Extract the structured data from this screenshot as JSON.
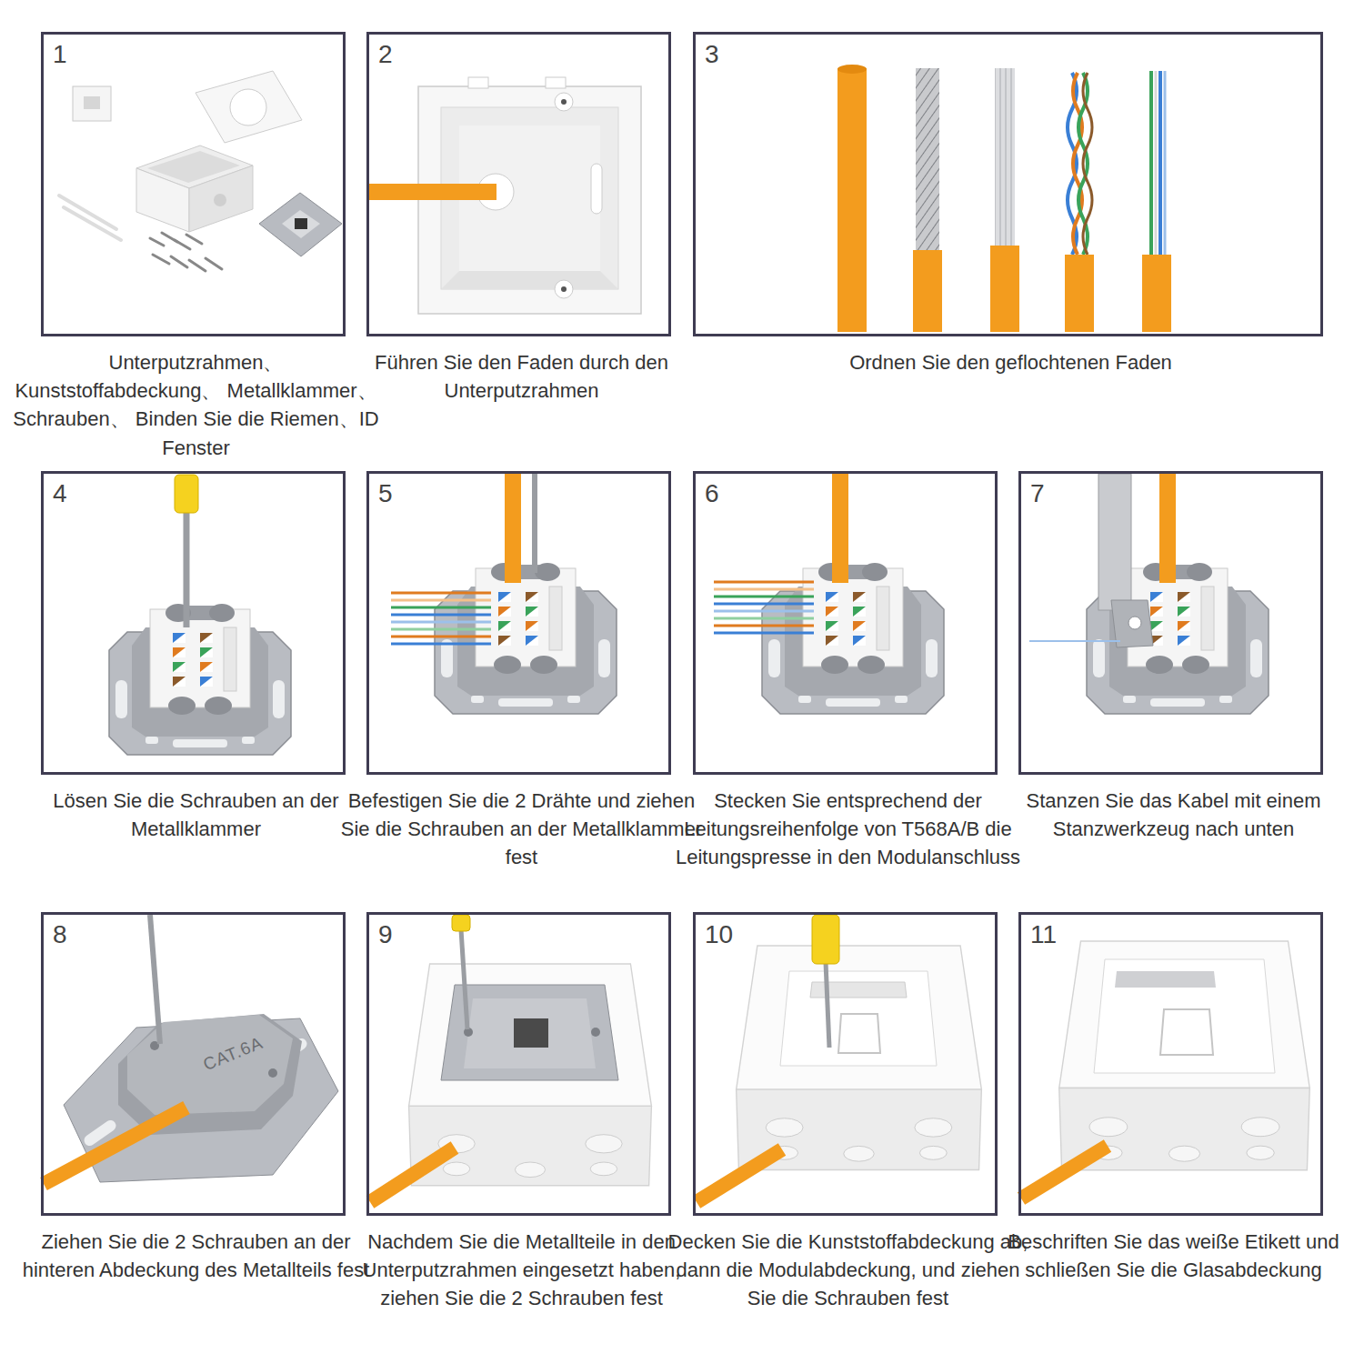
{
  "diagram": {
    "nodes": [
      {
        "text": [
          "1",
          "Unterputzrahmen、 Kunststoffabdeckung、 Metallklammer、Schrauben、 Binden Sie die Riemen、ID Fenster"
        ]
      },
      {
        "text": [
          "2",
          "Führen Sie den Faden durch den Unterputzrahmen"
        ]
      },
      {
        "text": [
          "3",
          "Ordnen Sie den geflochtenen Faden"
        ]
      },
      {
        "text": [
          "4",
          "Lösen Sie die Schrauben an der Metallklammer"
        ]
      },
      {
        "text": [
          "5",
          "Befestigen Sie die 2 Drähte und ziehen Sie die Schrauben an der Metallklammer fest"
        ]
      },
      {
        "text": [
          "6",
          "Stecken Sie entsprechend der Leitungsreihenfolge von T568A/B die Leitungspresse in den Modulanschluss"
        ]
      },
      {
        "text": [
          "7",
          "Stanzen Sie das Kabel mit einem Stanzwerkzeug nach unten"
        ]
      },
      {
        "text": [
          "8",
          "Ziehen Sie die 2 Schrauben an der hinteren Abdeckung des Metallteils fest"
        ]
      },
      {
        "text": [
          "9",
          "Nachdem Sie die Metallteile in den Unterputzrahmen eingesetzt haben, ziehen Sie die 2 Schrauben fest"
        ]
      },
      {
        "text": [
          "10",
          "Decken Sie die Kunststoffabdeckung ab, dann die Modulabdeckung, und ziehen Sie die Schrauben fest"
        ]
      },
      {
        "text": [
          "11",
          "Beschriften Sie das weiße Etikett und schließen Sie die Glasabdeckung"
        ]
      }
    ],
    "labels": [
      "CAT.6A"
    ]
  }
}
